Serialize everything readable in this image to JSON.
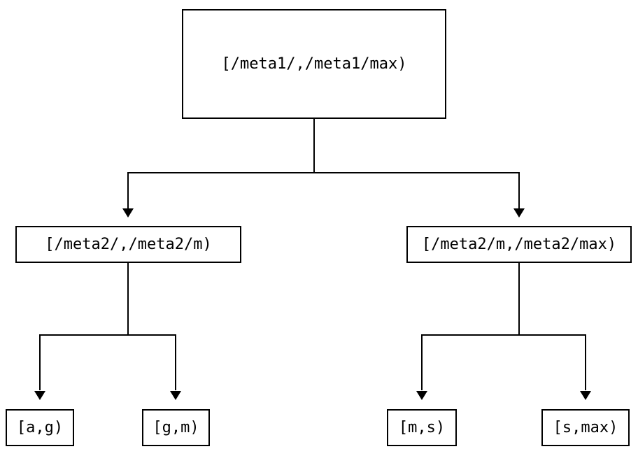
{
  "diagram": {
    "type": "tree",
    "description": "interval-partition-tree",
    "root": {
      "label": "[/meta1/,/meta1/max)"
    },
    "level2": [
      {
        "label": "[/meta2/,/meta2/m)"
      },
      {
        "label": "[/meta2/m,/meta2/max)"
      }
    ],
    "leaves": [
      {
        "label": "[a,g)"
      },
      {
        "label": "[g,m)"
      },
      {
        "label": "[m,s)"
      },
      {
        "label": "[s,max)"
      }
    ],
    "edges": [
      {
        "from": "root",
        "to": "level2.0"
      },
      {
        "from": "root",
        "to": "level2.1"
      },
      {
        "from": "level2.0",
        "to": "leaves.0"
      },
      {
        "from": "level2.0",
        "to": "leaves.1"
      },
      {
        "from": "level2.1",
        "to": "leaves.2"
      },
      {
        "from": "level2.1",
        "to": "leaves.3"
      }
    ],
    "colors": {
      "line": "#000000",
      "text": "#000000",
      "background": "#ffffff"
    }
  }
}
